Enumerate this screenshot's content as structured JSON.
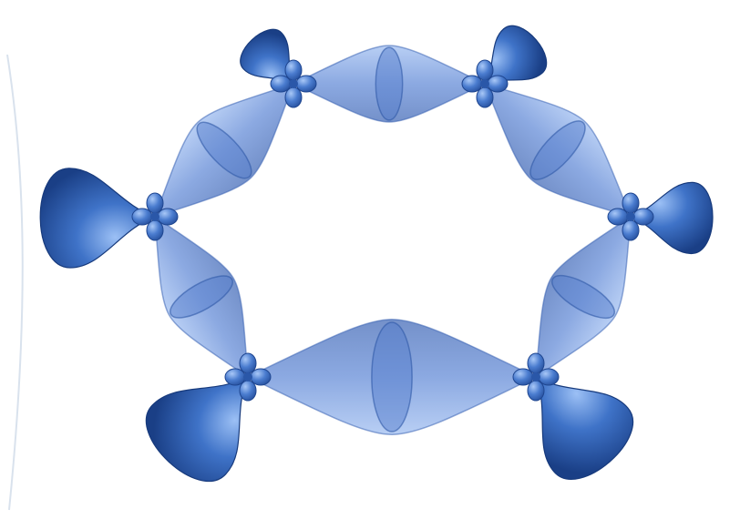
{
  "image": {
    "kind": "molecular-orbital-illustration",
    "colors": {
      "background": "#ffffff",
      "lobe_dark": "#1f4f9e",
      "lobe_mid": "#3f73c8",
      "lobe_light": "#8fb2ea",
      "bond_translucent": "#5f88d6",
      "edge_arc": "#c9d6e6"
    },
    "atom_count": 6,
    "bond_count": 6,
    "hydrogen_lobe_count": 6
  }
}
